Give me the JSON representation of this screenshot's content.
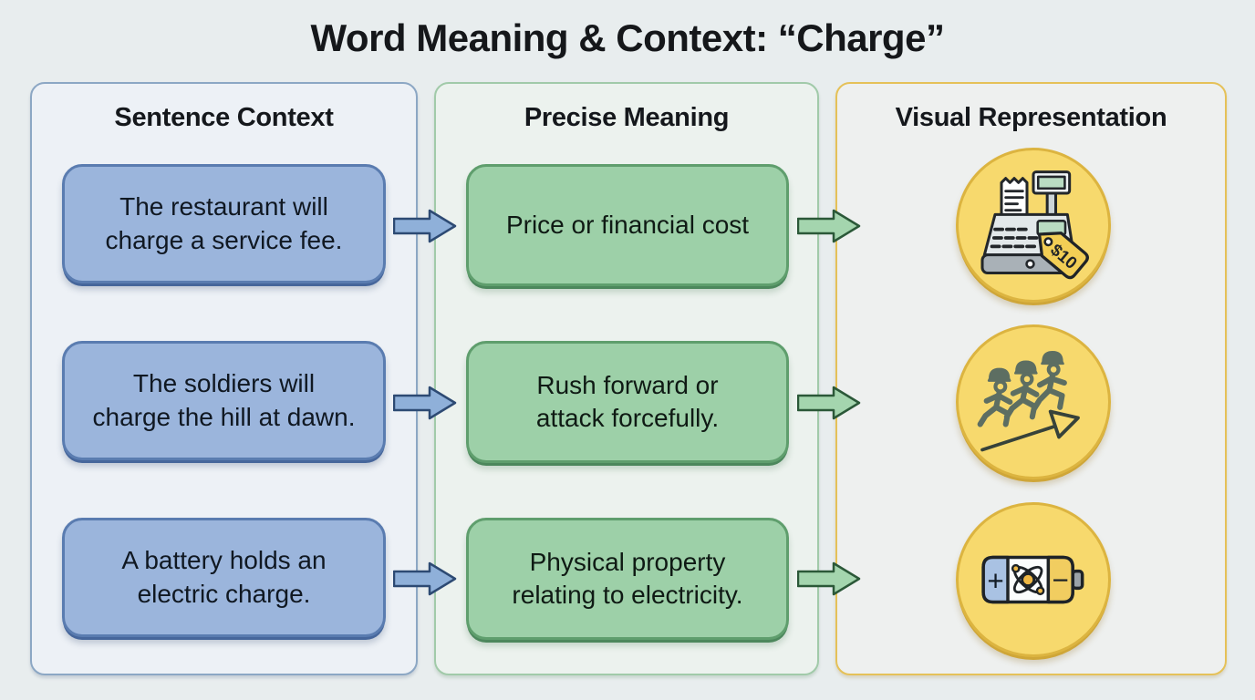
{
  "title": "Word Meaning & Context: “Charge”",
  "columns": {
    "context": {
      "header": "Sentence Context"
    },
    "meaning": {
      "header": "Precise Meaning"
    },
    "visual": {
      "header": "Visual Representation"
    }
  },
  "rows": [
    {
      "sentence": "The restaurant will\ncharge a service fee.",
      "meaning": "Price or financial cost",
      "icon": "cash-register-with-price-tag-icon",
      "tag_label": "$10"
    },
    {
      "sentence": "The soldiers will\ncharge the hill at dawn.",
      "meaning": "Rush forward or\nattack forcefully.",
      "icon": "soldiers-charging-arrow-icon"
    },
    {
      "sentence": "A battery holds an\nelectric charge.",
      "meaning": "Physical property\nrelating to electricity.",
      "icon": "battery-electric-charge-icon",
      "plus_label": "+",
      "minus_label": "−"
    }
  ],
  "palette": {
    "page_background": "#e8edee",
    "context_box_fill": "#9bb5dc",
    "context_box_border": "#5a7cb0",
    "meaning_box_fill": "#9dd0a8",
    "meaning_box_border": "#5f9e6d",
    "visual_circle_fill": "#f7d96d",
    "visual_circle_border": "#dcb440",
    "blue_arrow_fill": "#8fb0d9",
    "blue_arrow_stroke": "#2d4a73",
    "green_arrow_fill": "#a4d5ae",
    "green_arrow_stroke": "#2b5838",
    "text": "#14191f"
  }
}
